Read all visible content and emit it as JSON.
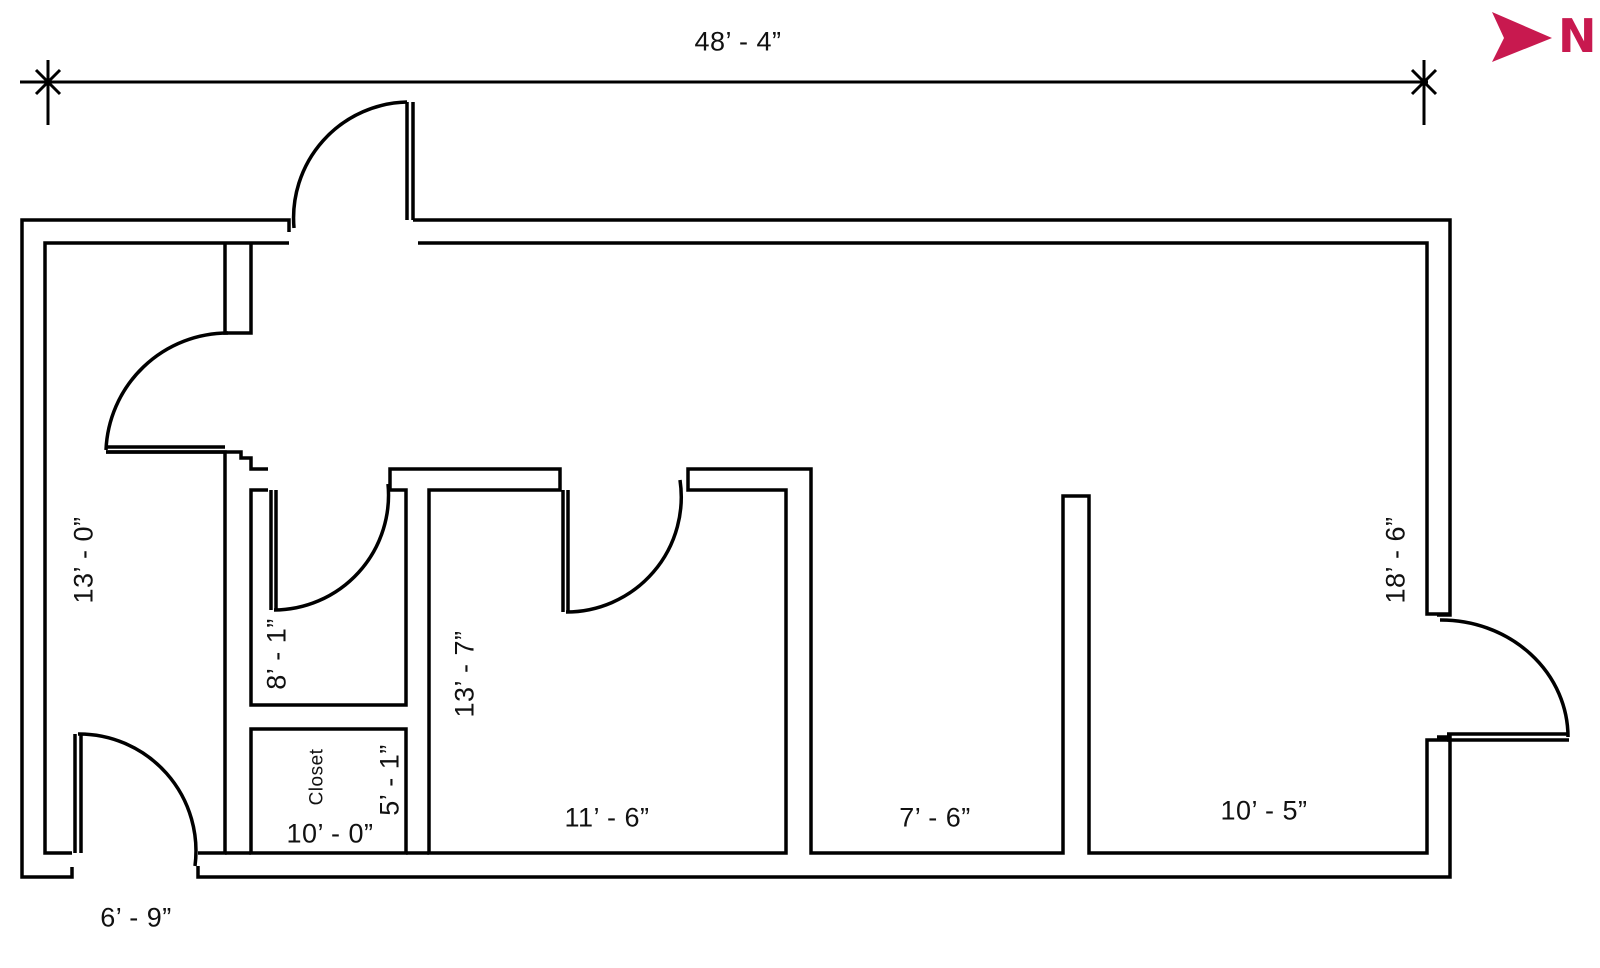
{
  "plan": {
    "overall_width": "48’ - 4”",
    "accent_color": "#c8194f",
    "north": {
      "label": "N",
      "icon": "north-arrow-icon"
    }
  },
  "dimensions": {
    "left_corridor_length": "13’ - 0”",
    "entry_width": "6’ - 9”",
    "small_room_depth": "8’ - 1”",
    "closet_label": "Closet",
    "closet_width": "10’ - 0”",
    "closet_depth": "5’ - 1”",
    "room_a_depth": "13’ - 7”",
    "room_a_width": "11’ - 6”",
    "room_b_width": "7’ - 6”",
    "room_c_width": "10’ - 5”",
    "right_side_depth": "18’ - 6”"
  }
}
